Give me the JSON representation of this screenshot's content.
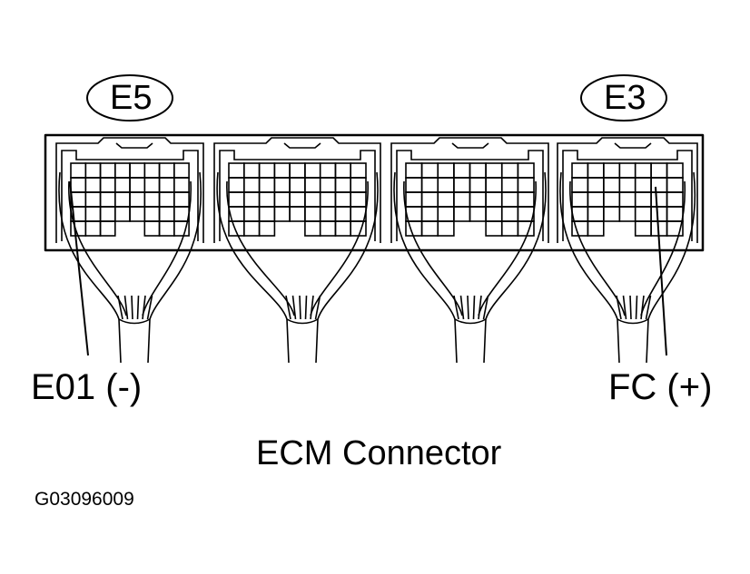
{
  "connector_labels": {
    "left": "E5",
    "right": "E3"
  },
  "pin_labels": {
    "ground": "E01  (-)",
    "signal": "FC  (+)"
  },
  "caption": "ECM Connector",
  "figure_id": "G03096009",
  "colors": {
    "line": "#000000",
    "background": "#ffffff"
  }
}
